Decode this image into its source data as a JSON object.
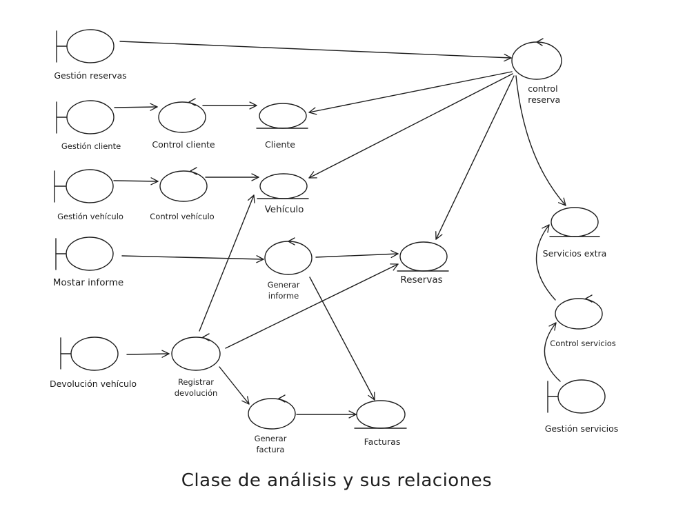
{
  "title": "Clase de análisis y sus relaciones",
  "colors": {
    "stroke": "#1e1e1e",
    "background": "#ffffff"
  },
  "nodes": {
    "gestion_reservas": {
      "label": "Gestión reservas"
    },
    "control_reserva": {
      "label": "control\nreserva"
    },
    "gestion_cliente": {
      "label": "Gestión cliente"
    },
    "control_cliente": {
      "label": "Control cliente"
    },
    "cliente": {
      "label": "Cliente"
    },
    "gestion_vehiculo": {
      "label": "Gestión vehículo"
    },
    "control_vehiculo": {
      "label": "Control vehículo"
    },
    "vehiculo": {
      "label": "Vehículo"
    },
    "mostar_informe": {
      "label": "Mostar informe"
    },
    "generar_informe": {
      "label": "Generar\ninforme"
    },
    "reservas": {
      "label": "Reservas"
    },
    "devolucion_vehiculo": {
      "label": "Devolución vehículo"
    },
    "registrar_devolucion": {
      "label": "Registrar\ndevolución"
    },
    "generar_factura": {
      "label": "Generar\nfactura"
    },
    "facturas": {
      "label": "Facturas"
    },
    "servicios_extra": {
      "label": "Servicios extra"
    },
    "control_servicios": {
      "label": "Control servicios"
    },
    "gestion_servicios": {
      "label": "Gestión servicios"
    }
  }
}
